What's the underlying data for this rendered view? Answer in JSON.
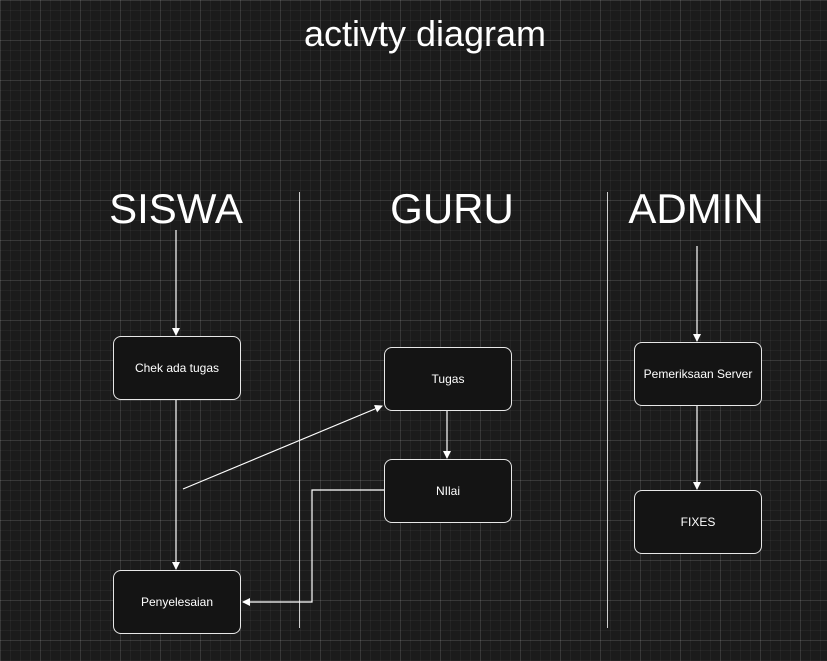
{
  "title": "activty diagram",
  "lanes": [
    {
      "label": "SISWA"
    },
    {
      "label": "GURU"
    },
    {
      "label": "ADMIN"
    }
  ],
  "nodes": {
    "chek": "Chek ada tugas",
    "penyelesaian": "Penyelesaian",
    "tugas": "Tugas",
    "nilai": "NIlai",
    "pemeriksaan": "Pemeriksaan Server",
    "fixes": "FIXES"
  },
  "colors": {
    "background": "#1b1b1b",
    "stroke": "#ffffff",
    "node_fill": "#141414"
  }
}
